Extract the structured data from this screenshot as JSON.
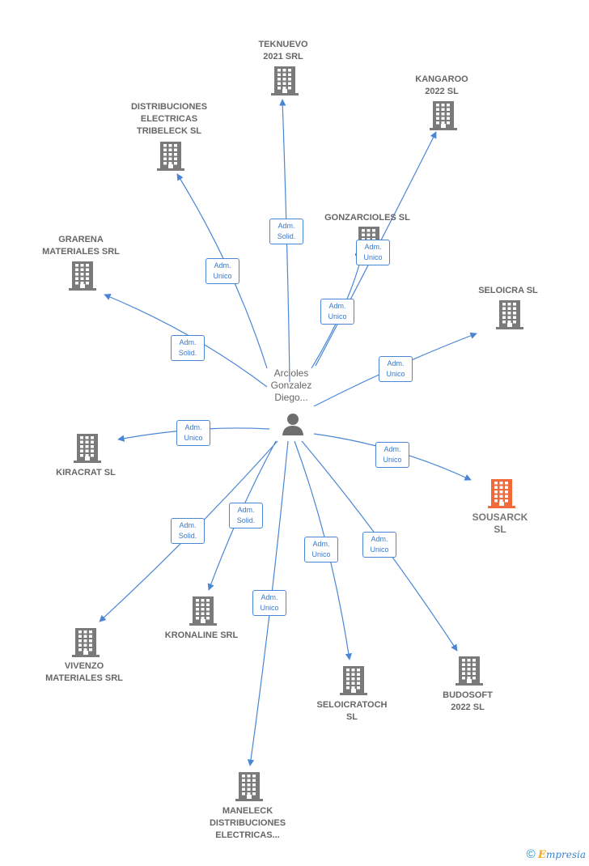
{
  "center": {
    "label_lines": [
      "Arcioles",
      "Gonzalez",
      "Diego..."
    ]
  },
  "companies": [
    {
      "id": "teknuevo",
      "lines": [
        "TEKNUEVO",
        "2021 SRL"
      ]
    },
    {
      "id": "kangaroo",
      "lines": [
        "KANGAROO",
        "2022  SL"
      ]
    },
    {
      "id": "distribuciones-electricas-tribeleck",
      "lines": [
        "DISTRIBUCIONES",
        "ELECTRICAS",
        "TRIBELECK  SL"
      ]
    },
    {
      "id": "gonzarcioles",
      "lines": [
        "GONZARCIOLES SL"
      ]
    },
    {
      "id": "garena-materiales",
      "lines": [
        "GRARENA",
        "MATERIALES SRL"
      ]
    },
    {
      "id": "seloicra",
      "lines": [
        "SELOICRA  SL"
      ]
    },
    {
      "id": "kiracrat",
      "lines": [
        "KIRACRAT  SL"
      ]
    },
    {
      "id": "sousarck",
      "lines": [
        "SOUSARCK",
        "SL"
      ],
      "highlight": true
    },
    {
      "id": "kronaline",
      "lines": [
        "KRONALINE SRL"
      ]
    },
    {
      "id": "vivenzo-materiales",
      "lines": [
        "VIVENZO",
        "MATERIALES SRL"
      ]
    },
    {
      "id": "budosoft",
      "lines": [
        "BUDOSOFT",
        "2022  SL"
      ]
    },
    {
      "id": "seloicratoch",
      "lines": [
        "SELOICRATOCH",
        "SL"
      ]
    },
    {
      "id": "maneleck",
      "lines": [
        "MANELECK",
        "DISTRIBUCIONES",
        "ELECTRICAS..."
      ]
    }
  ],
  "relations": [
    {
      "target": "teknuevo",
      "lines": [
        "Adm.",
        "Solid."
      ]
    },
    {
      "target": "kangaroo",
      "lines": [
        "Adm.",
        "Unico"
      ]
    },
    {
      "target": "distribuciones-electricas-tribeleck",
      "lines": [
        "Adm.",
        "Unico"
      ]
    },
    {
      "target": "gonzarcioles",
      "lines": [
        "Adm.",
        "Unico"
      ]
    },
    {
      "target": "garena-materiales",
      "lines": [
        "Adm.",
        "Solid."
      ]
    },
    {
      "target": "seloicra",
      "lines": [
        "Adm.",
        "Unico"
      ]
    },
    {
      "target": "kiracrat",
      "lines": [
        "Adm.",
        "Unico"
      ]
    },
    {
      "target": "sousarck",
      "lines": [
        "Adm.",
        "Unico"
      ]
    },
    {
      "target": "kronaline",
      "lines": [
        "Adm.",
        "Solid."
      ]
    },
    {
      "target": "vivenzo-materiales",
      "lines": [
        "Adm.",
        "Solid."
      ]
    },
    {
      "target": "budosoft",
      "lines": [
        "Adm.",
        "Unico"
      ]
    },
    {
      "target": "seloicratoch",
      "lines": [
        "Adm.",
        "Unico"
      ]
    },
    {
      "target": "maneleck",
      "lines": [
        "Adm.",
        "Unico"
      ]
    }
  ],
  "colors": {
    "edge": "#4a86d4",
    "building": "#7a7a7a",
    "building_highlight": "#f26a3a",
    "person": "#6e6e6e"
  },
  "brand": {
    "copyright": "©",
    "initial": "E",
    "rest": "mpresia"
  }
}
